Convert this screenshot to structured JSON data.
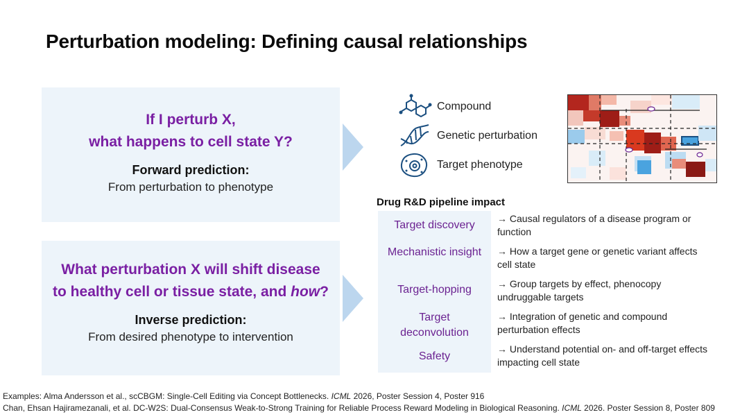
{
  "title": "Perturbation modeling: Defining causal relationships",
  "forward": {
    "question_line1": "If I perturb X,",
    "question_line2": "what happens to cell state Y?",
    "heading": "Forward prediction:",
    "subtext": "From perturbation to phenotype"
  },
  "inverse": {
    "question_line1": "What perturbation X will shift disease",
    "question_line2_a": "to healthy cell or tissue state, and ",
    "question_line2_b": "how",
    "question_line2_c": "?",
    "heading": "Inverse prediction:",
    "subtext": "From desired phenotype to intervention"
  },
  "legend": [
    {
      "label": "Compound",
      "icon": "compound-icon"
    },
    {
      "label": "Genetic perturbation",
      "icon": "dna-icon"
    },
    {
      "label": "Target phenotype",
      "icon": "cell-icon"
    }
  ],
  "pipeline": {
    "title": "Drug R&D pipeline impact",
    "stages": [
      {
        "name_line1": "Target discovery",
        "name_line2": "",
        "arrow": "→",
        "effect_line1": "Causal regulators of a disease program or",
        "effect_line2": "function"
      },
      {
        "name_line1": "Mechanistic insight",
        "name_line2": "",
        "arrow": "→",
        "effect_line1": "How a target gene or genetic variant affects",
        "effect_line2": "cell state"
      },
      {
        "name_line1": "Target-hopping",
        "name_line2": "",
        "arrow": "→",
        "effect_line1": "Group targets by effect, phenocopy",
        "effect_line2": "undruggable targets"
      },
      {
        "name_line1": "Target",
        "name_line2": "deconvolution",
        "arrow": "→",
        "effect_line1": "Integration of genetic and compound",
        "effect_line2": "perturbation effects"
      },
      {
        "name_line1": "Safety",
        "name_line2": "",
        "arrow": "→",
        "effect_line1": "Understand potential on- and off-target effects",
        "effect_line2": "impacting cell state"
      }
    ]
  },
  "references": {
    "ref1_a": "Examples: Alma Andersson et al., scCBGM: Single-Cell Editing via Concept Bottlenecks. ",
    "ref1_venue": "ICML",
    "ref1_b": " 2026, Poster Session 4, Poster 916",
    "ref2_a": "Chan, Ehsan Hajiramezanali, et al. DC-W2S: Dual-Consensus Weak-to-Strong Training for Reliable Process Reward Modeling in Biological Reasoning. ",
    "ref2_venue": "ICML",
    "ref2_b": " 2026. Poster Session 8, Poster 809"
  },
  "colors": {
    "accent_purple": "#7a1fa3",
    "panel_bg": "#edf4fa",
    "chevron": "#bcd6ee",
    "heat_red": "#b3261e",
    "heat_blue": "#4aa3df"
  }
}
